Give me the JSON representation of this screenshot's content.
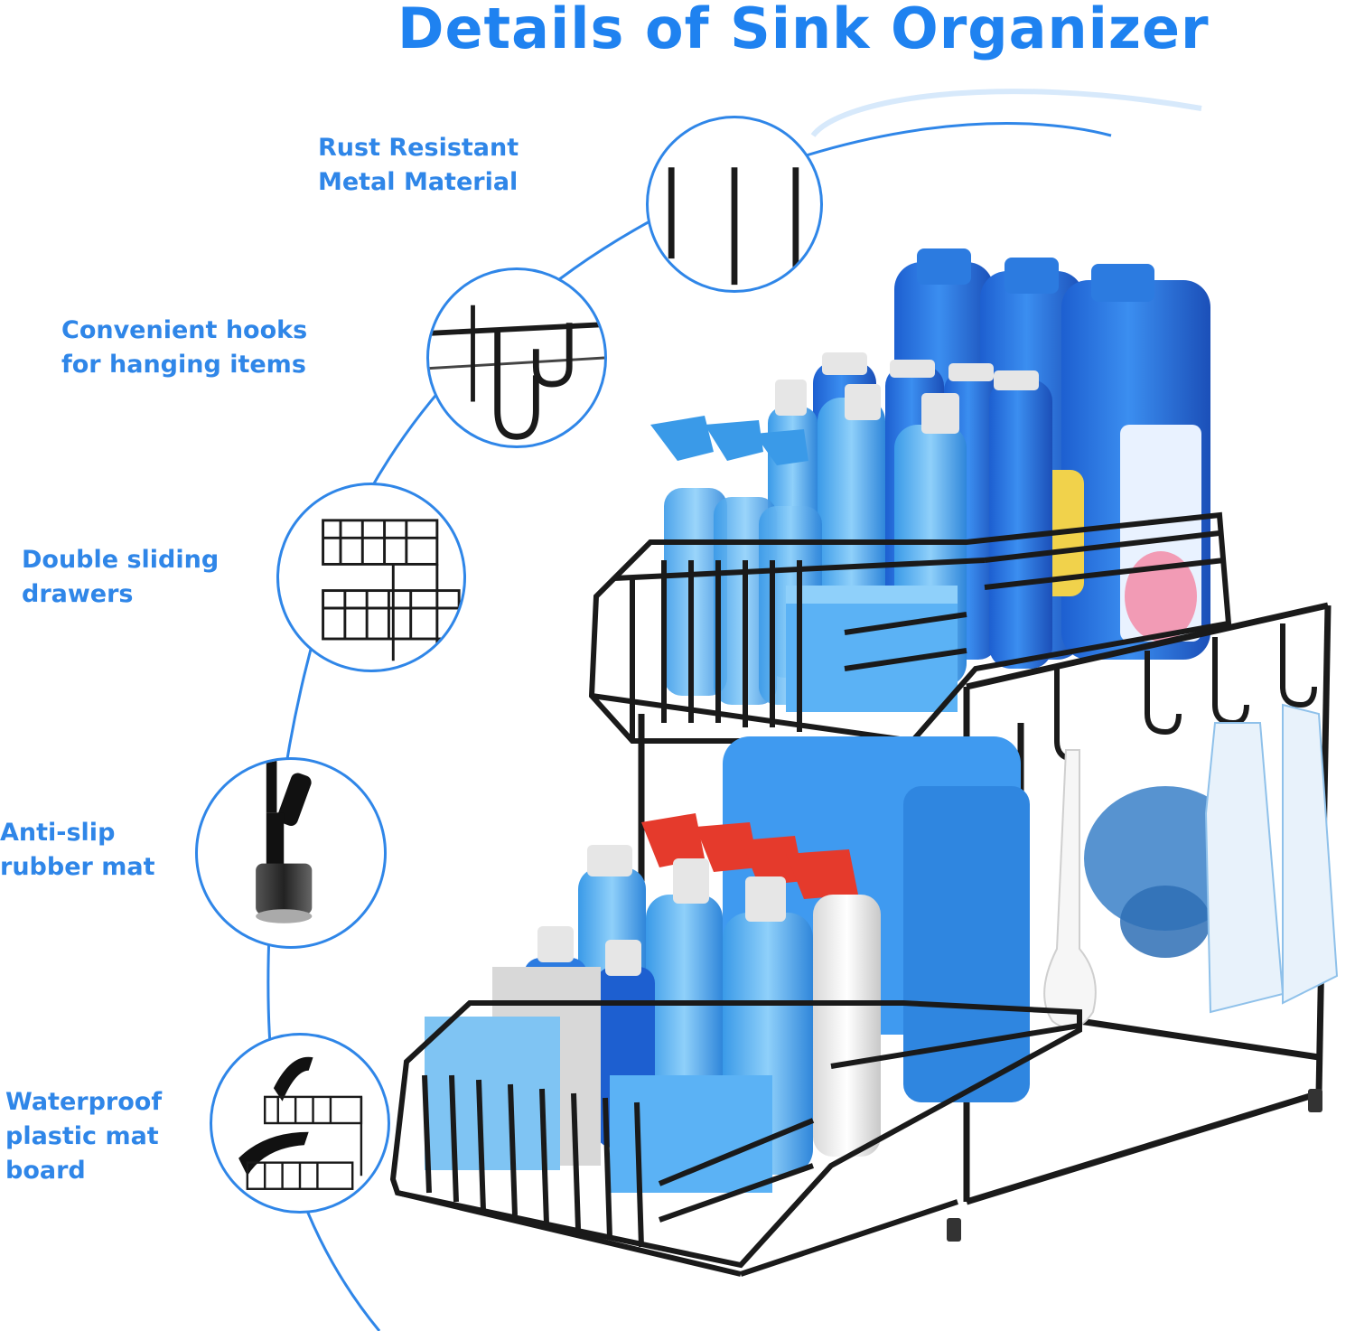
{
  "title": "Details of Sink Organizer",
  "features": [
    {
      "lines": [
        "Rust Resistant",
        "Metal Material"
      ],
      "icon": "metal-rods-icon"
    },
    {
      "lines": [
        "Convenient hooks",
        " for hanging items"
      ],
      "icon": "hooks-icon"
    },
    {
      "lines": [
        "Double sliding",
        "drawers"
      ],
      "icon": "double-drawer-icon"
    },
    {
      "lines": [
        "Anti-slip",
        "rubber mat"
      ],
      "icon": "rubber-foot-icon"
    },
    {
      "lines": [
        "Waterproof",
        "plastic mat",
        "board"
      ],
      "icon": "mat-board-icon"
    }
  ],
  "colors": {
    "accent": "#1f82f0",
    "label": "#2f86e8",
    "metal": "#1a1a1a",
    "bottle_blue": "#2d7fe6",
    "bottle_light": "#5fb4f2"
  }
}
